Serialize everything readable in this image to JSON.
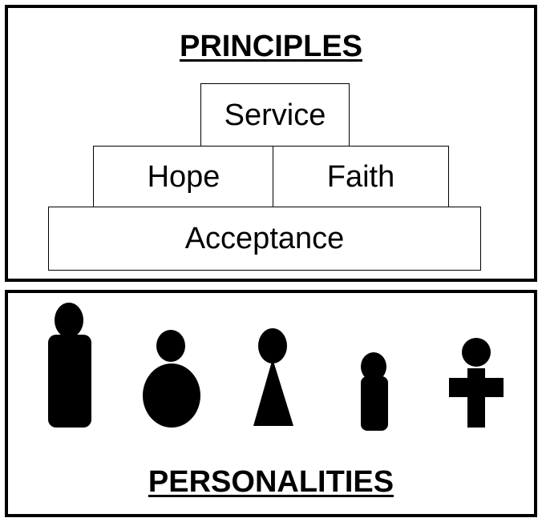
{
  "principles": {
    "title": "PRINCIPLES",
    "blocks": {
      "service": "Service",
      "hope": "Hope",
      "faith": "Faith",
      "acceptance": "Acceptance"
    }
  },
  "personalities": {
    "title": "PERSONALITIES",
    "figures": [
      "tall-rectangle-figure-icon",
      "round-body-figure-icon",
      "triangle-body-figure-icon",
      "small-capsule-figure-icon",
      "cross-body-figure-icon"
    ]
  },
  "colors": {
    "ink": "#000000",
    "background": "#ffffff"
  }
}
